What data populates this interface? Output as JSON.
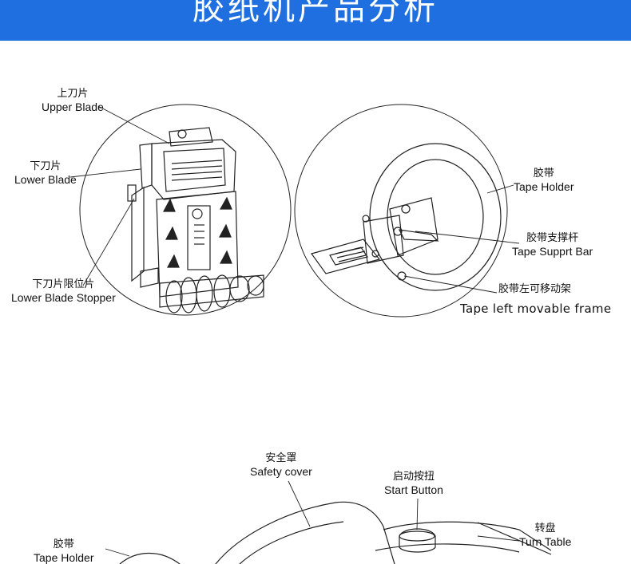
{
  "banner": {
    "title": "胶纸机产品分析",
    "color": "#1f6fe0"
  },
  "callouts": [
    {
      "zh": "上刀片",
      "en": "Upper Blade"
    },
    {
      "zh": "下刀片",
      "en": "Lower Blade"
    },
    {
      "zh": "下刀片限位片",
      "en": "Lower Blade Stopper"
    },
    {
      "zh": "胶带",
      "en": "Tape Holder"
    },
    {
      "zh": "胶带支撑杆",
      "en": "Tape Supprt Bar"
    },
    {
      "zh": "胶带左可移动架",
      "en": "Tape left movable frame"
    },
    {
      "zh": "安全罩",
      "en": "Safety cover"
    },
    {
      "zh": "启动按扭",
      "en": "Start Button"
    },
    {
      "zh": "转盘",
      "en": "Turn Table"
    },
    {
      "zh": "胶带",
      "en": "Tape Holder"
    }
  ],
  "icons": [
    "blade-assembly-illustration",
    "tape-holder-illustration",
    "dispenser-body-illustration"
  ]
}
